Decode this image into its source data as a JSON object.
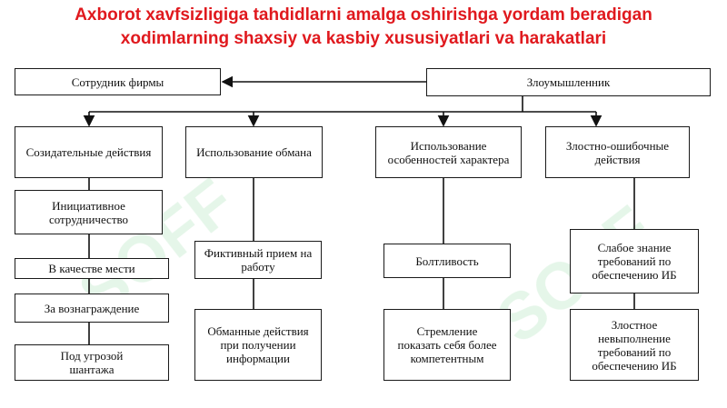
{
  "title": {
    "line1": "Axborot xavfsizligiga tahdidlarni amalga oshirishga yordam beradigan",
    "line2": "xodimlarning shaxsiy va kasbiy xususiyatlari va harakatlari"
  },
  "top": {
    "employee": "Сотрудник фирмы",
    "intruder": "Злоумышленник"
  },
  "categories": {
    "c1": "Созидательные действия",
    "c2": "Использование обмана",
    "c3": "Использование особенностей характера",
    "c4": "Злостно-ошибочные действия"
  },
  "col1": {
    "item1": "Инициативное сотрудничество",
    "item2": "В качестве мести",
    "item3": "За вознаграждение",
    "item4": "Под угрозой шантажа"
  },
  "col2": {
    "item1": "Фиктивный прием на работу",
    "item2": "Обманные действия при получении информации"
  },
  "col3": {
    "item1": "Болтливость",
    "item2": "Стремление показать себя более компетентным"
  },
  "col4": {
    "item1": "Слабое знание требований по обеспечению ИБ",
    "item2": "Злостное невыполнение требований по обеспечению ИБ"
  },
  "watermark": "SOFF",
  "colors": {
    "title": "#e0191e",
    "watermark": "#3cb95a"
  }
}
